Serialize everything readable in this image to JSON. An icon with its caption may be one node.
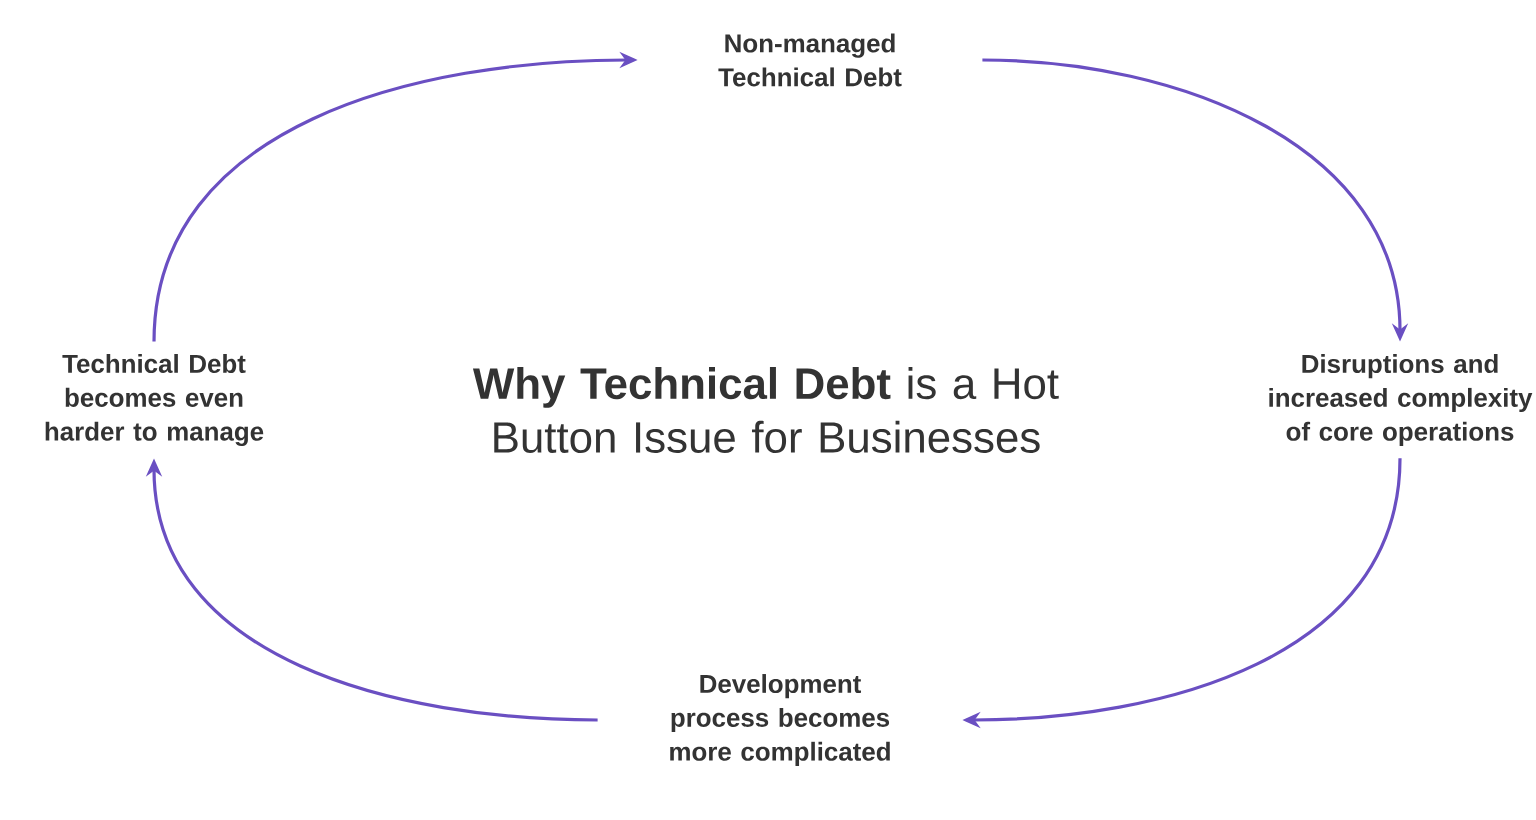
{
  "diagram": {
    "title": "**Why Technical Debt** is a Hot Button Issue for Businesses",
    "nodes": [
      {
        "text": [
          "Non-managed Technical Debt"
        ]
      },
      {
        "text": [
          "Disruptions and increased complexity of core operations"
        ]
      },
      {
        "text": [
          "Development process becomes more complicated"
        ]
      },
      {
        "text": [
          "Technical Debt becomes even harder to manage"
        ]
      }
    ],
    "edges": [
      {
        "from": 3,
        "to": 0,
        "arrow": "to"
      },
      {
        "from": 0,
        "to": 1,
        "arrow": "to"
      },
      {
        "from": 1,
        "to": 2,
        "arrow": "to"
      },
      {
        "from": 2,
        "to": 3,
        "arrow": "to"
      }
    ]
  }
}
